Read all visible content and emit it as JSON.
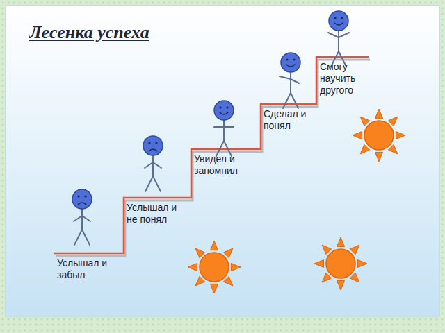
{
  "diagram": {
    "title": "Лесенка успеха",
    "labels": [
      "Услышал и забыл",
      "Услышал и не понял",
      "Увидел и запомнил",
      "Сделал и понял",
      "Смогу научить другого"
    ]
  }
}
